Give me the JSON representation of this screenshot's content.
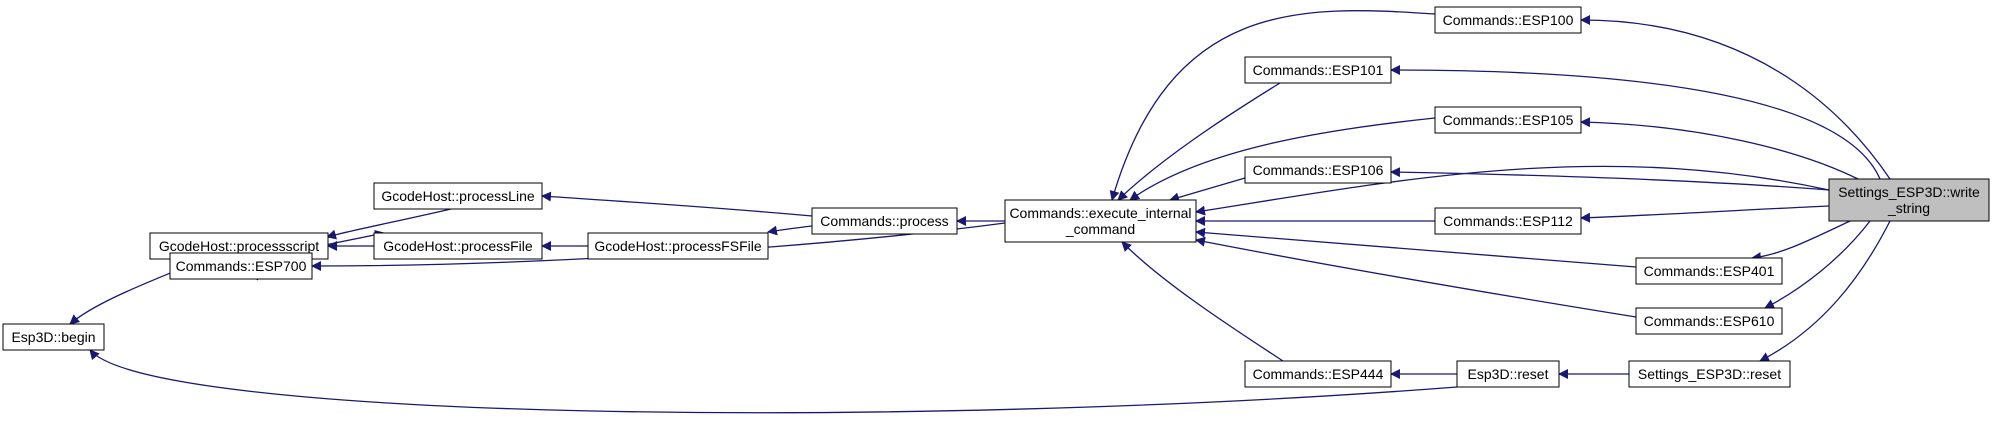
{
  "colors": {
    "edge": "#191970",
    "node_border": "#000000",
    "node_fill": "#ffffff",
    "highlight_fill": "#bfbfbf"
  },
  "nodes": [
    {
      "id": "esp3d_begin",
      "label": [
        "Esp3D::begin"
      ],
      "highlight": false
    },
    {
      "id": "processscript",
      "label": [
        "GcodeHost::processscript"
      ],
      "highlight": false
    },
    {
      "id": "esp700",
      "label": [
        "Commands::ESP700"
      ],
      "highlight": false
    },
    {
      "id": "processline",
      "label": [
        "GcodeHost::processLine"
      ],
      "highlight": false
    },
    {
      "id": "processfile",
      "label": [
        "GcodeHost::processFile"
      ],
      "highlight": false
    },
    {
      "id": "processfsfile",
      "label": [
        "GcodeHost::processFSFile"
      ],
      "highlight": false
    },
    {
      "id": "process",
      "label": [
        "Commands::process"
      ],
      "highlight": false
    },
    {
      "id": "execute",
      "label": [
        "Commands::execute_internal",
        "_command"
      ],
      "highlight": false
    },
    {
      "id": "esp100",
      "label": [
        "Commands::ESP100"
      ],
      "highlight": false
    },
    {
      "id": "esp101",
      "label": [
        "Commands::ESP101"
      ],
      "highlight": false
    },
    {
      "id": "esp105",
      "label": [
        "Commands::ESP105"
      ],
      "highlight": false
    },
    {
      "id": "esp106",
      "label": [
        "Commands::ESP106"
      ],
      "highlight": false
    },
    {
      "id": "esp112",
      "label": [
        "Commands::ESP112"
      ],
      "highlight": false
    },
    {
      "id": "esp401",
      "label": [
        "Commands::ESP401"
      ],
      "highlight": false
    },
    {
      "id": "esp610",
      "label": [
        "Commands::ESP610"
      ],
      "highlight": false
    },
    {
      "id": "esp444",
      "label": [
        "Commands::ESP444"
      ],
      "highlight": false
    },
    {
      "id": "esp3d_reset",
      "label": [
        "Esp3D::reset"
      ],
      "highlight": false
    },
    {
      "id": "settings_reset",
      "label": [
        "Settings_ESP3D::reset"
      ],
      "highlight": false
    },
    {
      "id": "write_string",
      "label": [
        "Settings_ESP3D::write",
        "_string"
      ],
      "highlight": true
    }
  ],
  "edges": [
    {
      "from": "processscript",
      "to": "esp3d_begin"
    },
    {
      "from": "esp700",
      "to": "processscript"
    },
    {
      "from": "processline",
      "to": "processscript"
    },
    {
      "from": "processfile",
      "to": "processscript"
    },
    {
      "from": "esp700",
      "to": "processfile"
    },
    {
      "from": "processfsfile",
      "to": "processfile"
    },
    {
      "from": "process",
      "to": "processline"
    },
    {
      "from": "process",
      "to": "processfsfile"
    },
    {
      "from": "execute",
      "to": "process"
    },
    {
      "from": "execute",
      "to": "esp700"
    },
    {
      "from": "esp100",
      "to": "execute"
    },
    {
      "from": "esp101",
      "to": "execute"
    },
    {
      "from": "esp105",
      "to": "execute"
    },
    {
      "from": "esp106",
      "to": "execute"
    },
    {
      "from": "esp112",
      "to": "execute"
    },
    {
      "from": "esp401",
      "to": "execute"
    },
    {
      "from": "esp610",
      "to": "execute"
    },
    {
      "from": "esp444",
      "to": "execute"
    },
    {
      "from": "esp3d_reset",
      "to": "esp444"
    },
    {
      "from": "esp3d_reset",
      "to": "esp3d_begin"
    },
    {
      "from": "settings_reset",
      "to": "esp3d_reset"
    },
    {
      "from": "write_string",
      "to": "esp100"
    },
    {
      "from": "write_string",
      "to": "esp101"
    },
    {
      "from": "write_string",
      "to": "esp105"
    },
    {
      "from": "write_string",
      "to": "esp106"
    },
    {
      "from": "write_string",
      "to": "esp112"
    },
    {
      "from": "write_string",
      "to": "esp401"
    },
    {
      "from": "write_string",
      "to": "esp610"
    },
    {
      "from": "write_string",
      "to": "settings_reset"
    },
    {
      "from": "write_string",
      "to": "execute"
    }
  ]
}
